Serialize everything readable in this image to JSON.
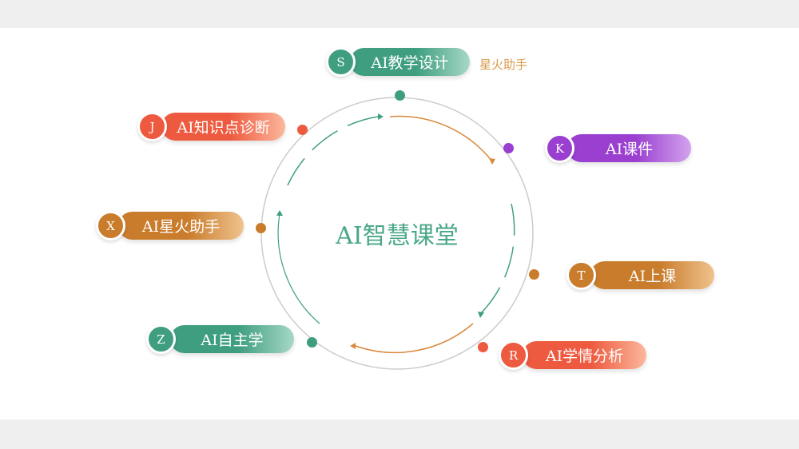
{
  "center_title": "AI智慧课堂",
  "extra_label": "星火助手",
  "nodes": [
    {
      "letter": "S",
      "label": "AI教学设计",
      "color": "#3f9e80",
      "light": "#a6d8c6"
    },
    {
      "letter": "J",
      "label": "AI知识点诊断",
      "color": "#ee5a3f",
      "light": "#fbb79c"
    },
    {
      "letter": "K",
      "label": "AI课件",
      "color": "#9a3fd0",
      "light": "#d3a3ee"
    },
    {
      "letter": "X",
      "label": "AI星火助手",
      "color": "#c97c2b",
      "light": "#efc28d"
    },
    {
      "letter": "T",
      "label": "AI上课",
      "color": "#c97c2b",
      "light": "#efc28d"
    },
    {
      "letter": "Z",
      "label": "AI自主学",
      "color": "#3f9e80",
      "light": "#a6d8c6"
    },
    {
      "letter": "R",
      "label": "AI学情分析",
      "color": "#ee5a3f",
      "light": "#fbb79c"
    }
  ]
}
